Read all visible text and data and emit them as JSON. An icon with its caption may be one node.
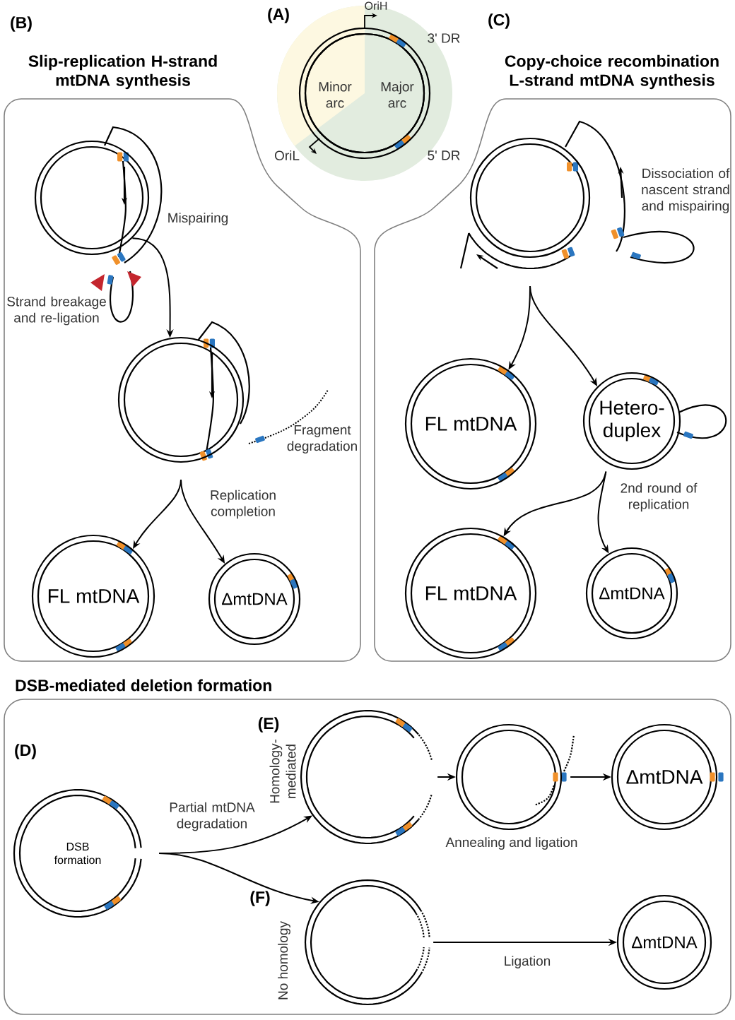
{
  "diagram": {
    "nodes": [
      {
        "text": [
          "Minor arc",
          "Major arc"
        ]
      },
      {
        "text": [
          "Slip-replication H-strand mtDNA synthesis"
        ]
      },
      {
        "text": [],
        "shape": "circle",
        "in": 1,
        "beside": [
          "Strand breakage and re-ligation"
        ]
      },
      {
        "text": [],
        "shape": "circle",
        "in": 1
      },
      {
        "text": [
          "FL mtDNA"
        ],
        "in": 1
      },
      {
        "text": [
          "ΔmtDNA"
        ],
        "in": 1
      },
      {
        "text": [
          "Copy-choice recombination L-strand mtDNA synthesis"
        ]
      },
      {
        "text": [],
        "shape": "circle",
        "in": 6
      },
      {
        "text": [
          "FL mtDNA"
        ],
        "in": 6
      },
      {
        "text": [
          "Hetero-duplex"
        ],
        "in": 6
      },
      {
        "text": [
          "FL mtDNA"
        ],
        "in": 6
      },
      {
        "text": [
          "ΔmtDNA"
        ],
        "in": 6
      },
      {
        "text": [
          "DSB-mediated deletion formation"
        ]
      },
      {
        "text": [
          "DSB formation"
        ],
        "in": 12
      },
      {
        "text": [],
        "shape": "circle",
        "in": 12,
        "beside": [
          "Homology-mediated"
        ]
      },
      {
        "text": [],
        "shape": "circle",
        "in": 12
      },
      {
        "text": [
          "ΔmtDNA"
        ],
        "in": 12
      },
      {
        "text": [],
        "shape": "circle",
        "in": 12,
        "beside": [
          "No homology"
        ]
      },
      {
        "text": [
          "ΔmtDNA"
        ],
        "in": 12
      }
    ],
    "edges": [
      {
        "from": 2,
        "to": 3,
        "arrow": "to",
        "label": "Mispairing"
      },
      {
        "from": 3,
        "to": 4,
        "arrow": "to",
        "label": "Replication completion"
      },
      {
        "from": 3,
        "to": 5,
        "arrow": "to"
      },
      {
        "from": 7,
        "to": 8,
        "arrow": "to"
      },
      {
        "from": 7,
        "to": 9,
        "arrow": "to"
      },
      {
        "from": 9,
        "to": 10,
        "arrow": "to",
        "label": "2nd round of replication"
      },
      {
        "from": 9,
        "to": 11,
        "arrow": "to"
      },
      {
        "from": 13,
        "to": 14,
        "arrow": "to",
        "label": "Partial mtDNA degradation"
      },
      {
        "from": 13,
        "to": 17,
        "arrow": "to"
      },
      {
        "from": 14,
        "to": 15,
        "arrow": "to"
      },
      {
        "from": 15,
        "to": 16,
        "arrow": "to"
      },
      {
        "from": 17,
        "to": 18,
        "arrow": "to",
        "label": "Ligation"
      }
    ],
    "labels": [
      "(B)",
      "(A)",
      "OriH",
      "(C)",
      "3' DR",
      "OriL",
      "5' DR",
      "Dissociation of nascent strand and mispairing",
      "Fragment degradation",
      "(D)",
      "(E)",
      "Annealing and ligation",
      "(F)"
    ]
  }
}
